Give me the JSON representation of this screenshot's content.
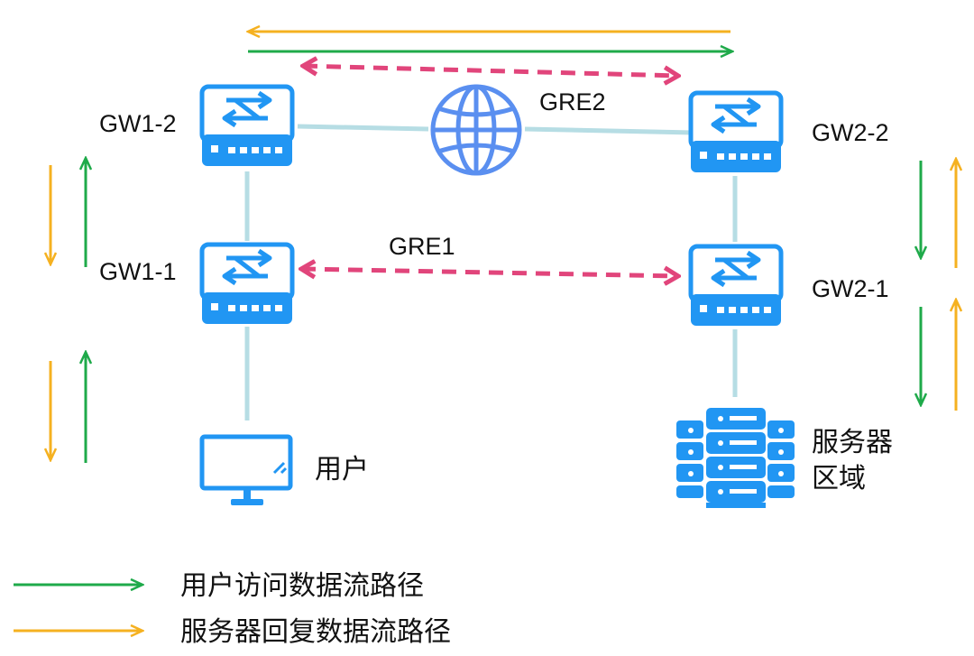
{
  "labels": {
    "gw1_2": "GW1-2",
    "gw1_1": "GW1-1",
    "gw2_2": "GW2-2",
    "gw2_1": "GW2-1",
    "gre1": "GRE1",
    "gre2": "GRE2",
    "user": "用户",
    "server_line1": "服务器",
    "server_line2": "区域"
  },
  "legend": {
    "user_access": "用户访问数据流路径",
    "server_reply": "服务器回复数据流路径"
  },
  "icons": {
    "gateway": "switch-icon",
    "internet": "globe-icon",
    "user": "monitor-icon",
    "server": "server-cluster-icon"
  },
  "colors": {
    "device_blue": "#2196F3",
    "link": "#B6DDE4",
    "globe": "#5A8FF0",
    "gre_tunnel": "#E1457B",
    "user_flow": "#1FAA4A",
    "reply_flow": "#F5B120"
  }
}
